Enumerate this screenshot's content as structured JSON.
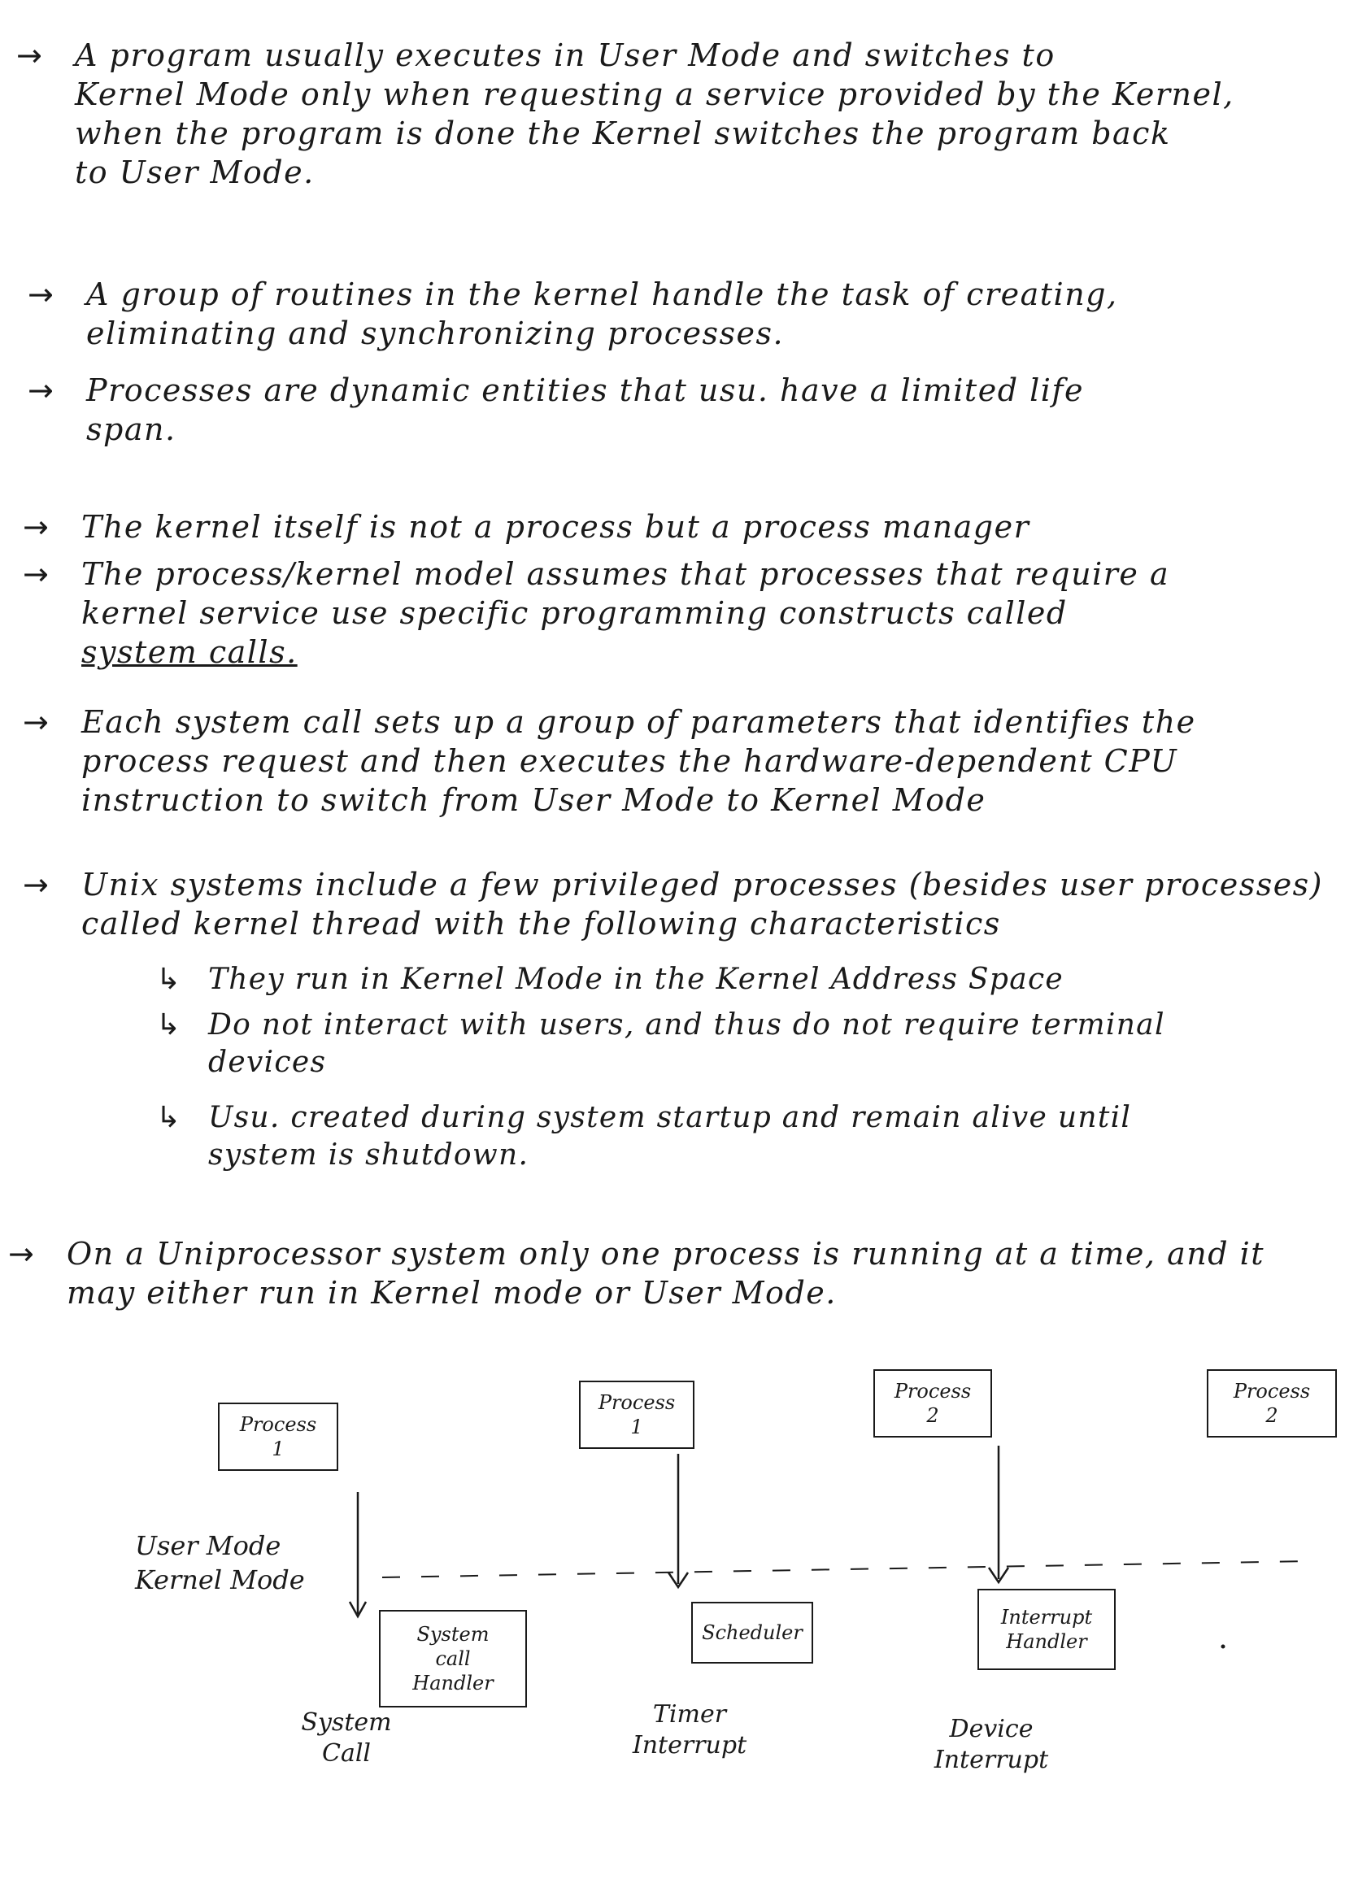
{
  "arrow_glyph": "→",
  "sub_arrow_glyph": "↳",
  "notes": [
    {
      "lines": [
        "A program usually executes in User Mode and switches to",
        "Kernel Mode only when requesting a service provided by the Kernel,",
        "when the program is done the Kernel switches the program back",
        "to User Mode."
      ]
    },
    {
      "lines": [
        "A group of routines in the kernel handle the task of creating,",
        "eliminating and synchronizing processes."
      ]
    },
    {
      "lines": [
        "Processes are dynamic entities that usu. have a limited life",
        "span."
      ]
    },
    {
      "lines": [
        "The kernel itself is not a process but a process manager"
      ]
    },
    {
      "lines": [
        "The process/kernel model assumes that processes that require a",
        "kernel service use specific programming constructs called"
      ],
      "underline_line": "system calls."
    },
    {
      "lines": [
        "Each system call sets up a group of parameters that identifies the",
        "process request and then executes the hardware-dependent CPU",
        "instruction to switch from User Mode to Kernel Mode"
      ]
    },
    {
      "lines": [
        "Unix systems include a few privileged processes (besides user processes)",
        "called kernel thread with the following characteristics"
      ]
    },
    {
      "lines": [
        "On a Uniprocessor system only one process is running at a time, and it",
        "may either run in Kernel mode or User Mode."
      ]
    }
  ],
  "subnotes": [
    {
      "lines": [
        "They run in Kernel Mode in the Kernel Address Space"
      ]
    },
    {
      "lines": [
        "Do not interact with users, and thus do not require terminal",
        "devices"
      ]
    },
    {
      "lines": [
        "Usu. created during system startup and remain alive until",
        "system is shutdown."
      ]
    }
  ],
  "diagram": {
    "processes": [
      "Process\n1",
      "Process\n1",
      "Process\n2",
      "Process\n2"
    ],
    "mode_label": "User Mode\nKernel Mode",
    "handlers": [
      "System\ncall\nHandler",
      "Scheduler",
      "Interrupt\nHandler"
    ],
    "events": [
      "System\nCall",
      "Timer\nInterrupt",
      "Device\nInterrupt"
    ]
  }
}
